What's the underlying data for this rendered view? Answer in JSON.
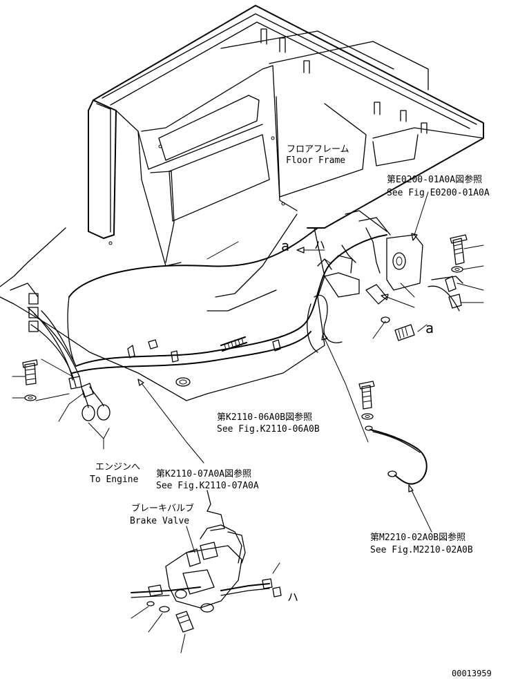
{
  "callouts": {
    "floor_frame_jp": "フロアフレーム",
    "floor_frame_en": "Floor Frame",
    "fig_e0200_jp": "第E0200-01A0A図参照",
    "fig_e0200_en": "See Fig E0200-01A0A",
    "fig_k2110_06_jp": "第K2110-06A0B図参照",
    "fig_k2110_06_en": "See Fig.K2110-06A0B",
    "to_engine_jp": "エンジンへ",
    "to_engine_en": "To Engine",
    "fig_k2110_07_jp": "第K2110-07A0A図参照",
    "fig_k2110_07_en": "See Fig.K2110-07A0A",
    "brake_valve_jp": "ブレーキバルブ",
    "brake_valve_en": "Brake Valve",
    "fig_m2210_jp": "第M2210-02A0B図参照",
    "fig_m2210_en": "See Fig.M2210-02A0B"
  },
  "markers": {
    "a_upper": "a",
    "a_right": "a",
    "ha_upper": "ハ",
    "ha_lower": "ハ"
  },
  "drawing_number": "00013959"
}
